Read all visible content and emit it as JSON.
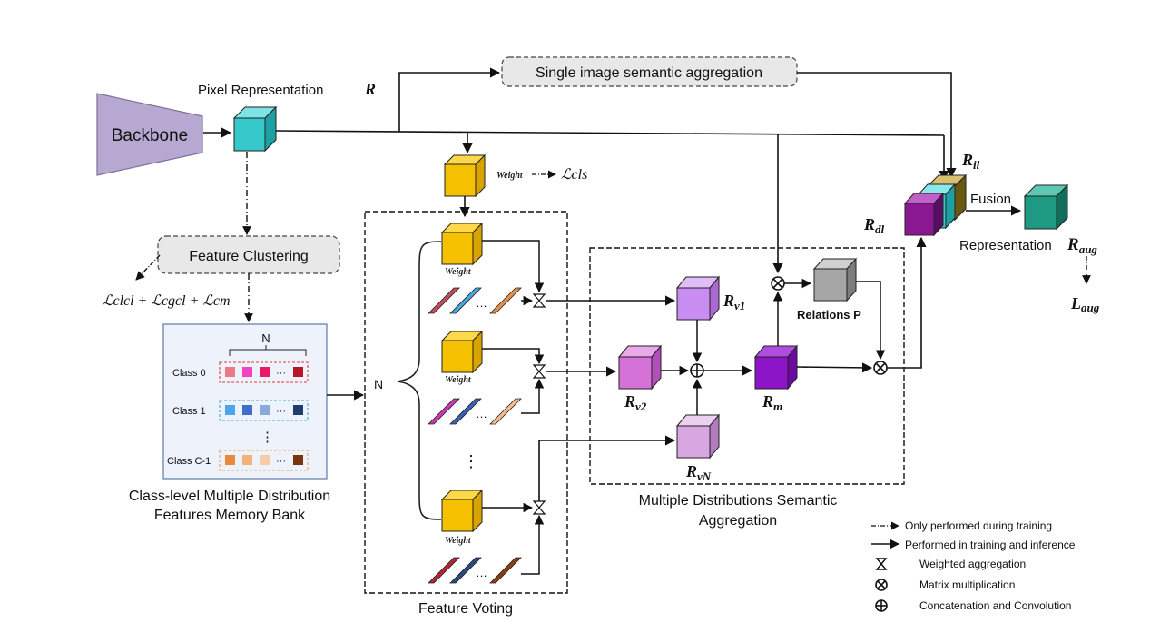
{
  "labels": {
    "backbone": "Backbone",
    "pixel_rep": "Pixel  Representation",
    "pixel_rep_sym": "R",
    "single_agg": "Single image semantic aggregation",
    "feature_clustering": "Feature Clustering",
    "loss_cluster": "ℒclcl + ℒcgcl + ℒcm",
    "loss_cls": "ℒcls",
    "weight": "Weight",
    "n_top": "N",
    "n_side": "N",
    "class0": "Class 0",
    "class1": "Class 1",
    "classC": "Class C-1",
    "vdots": "⋮",
    "memory_title1": "Class-level Multiple Distribution",
    "memory_title2": "Features Memory Bank",
    "feature_voting": "Feature Voting",
    "mdsa1": "Multiple Distributions Semantic",
    "mdsa2": "Aggregation",
    "rv1": "R",
    "rv1_sub": "v1",
    "rv2": "R",
    "rv2_sub": "v2",
    "rvn": "R",
    "rvn_sub": "vN",
    "rm": "R",
    "rm_sub": "m",
    "relations": "Relations P",
    "ril": "R",
    "ril_sub": "il",
    "rdl": "R",
    "rdl_sub": "dl",
    "fusion": "Fusion",
    "representation": "Representation",
    "raug": "R",
    "raug_sub": "aug",
    "laug": "L",
    "laug_sub": "aug",
    "ellipsis": "…",
    "dots3": "···"
  },
  "legend": [
    {
      "symbol": "dashdot-arrow",
      "text": "Only performed during training"
    },
    {
      "symbol": "solid-arrow",
      "text": "Performed in training and inference"
    },
    {
      "symbol": "hourglass-icon",
      "text": "Weighted aggregation"
    },
    {
      "symbol": "otimes-icon",
      "text": "Matrix multiplication"
    },
    {
      "symbol": "oplus-icon",
      "text": "Concatenation and Convolution"
    }
  ],
  "colors": {
    "backbone": "#b6a8d0",
    "pixel_cube": "#35c9cc",
    "weight_cube": "#f5c000",
    "rv1": "#c98cf0",
    "rv2": "#d572d8",
    "rvn": "#d8a6e0",
    "rm": "#8d15c8",
    "relations": "#a6a6a6",
    "aug": "#1e9a82",
    "rdl_front": "#8b1893"
  }
}
